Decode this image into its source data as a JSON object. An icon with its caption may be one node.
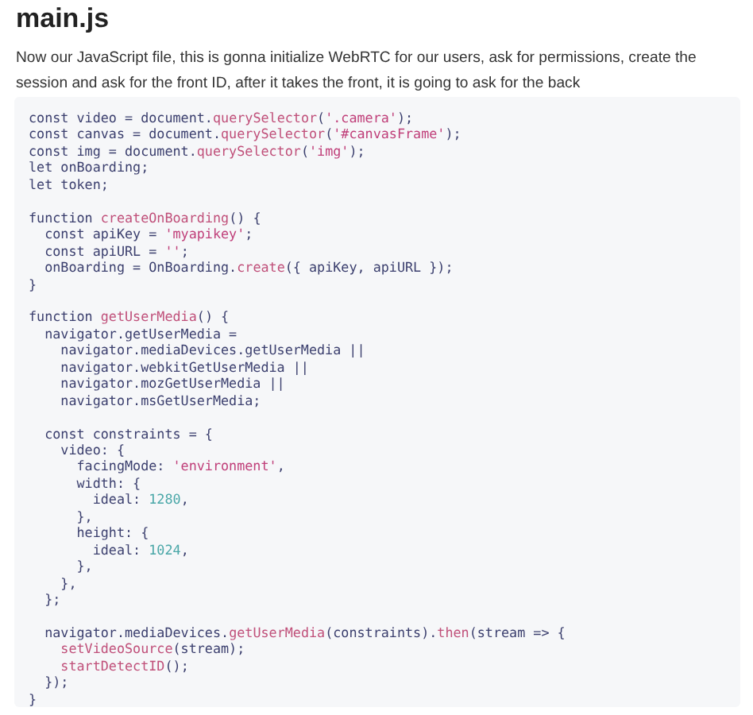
{
  "diagram": {
    "title": "main.js",
    "labels": [
      "Now our JavaScript file, this is gonna initialize WebRTC for our users, ask for permissions, create the session and ask for the front ID, after it takes the front, it is going to ask for the back",
      "const video = document.querySelector('.camera');",
      "const canvas = document.querySelector('#canvasFrame');",
      "const img = document.querySelector('img');",
      "let onBoarding;",
      "let token;",
      "function createOnBoarding() {",
      "  const apiKey = 'myapikey';",
      "  const apiURL = '';",
      "  onBoarding = OnBoarding.create({ apiKey, apiURL });",
      "}",
      "function getUserMedia() {",
      "  navigator.getUserMedia =",
      "    navigator.mediaDevices.getUserMedia ||",
      "    navigator.webkitGetUserMedia ||",
      "    navigator.mozGetUserMedia ||",
      "    navigator.msGetUserMedia;",
      "  const constraints = {",
      "    video: {",
      "      facingMode: 'environment',",
      "      width: {",
      "        ideal: 1280,",
      "      },",
      "      height: {",
      "        ideal: 1024,",
      "      },",
      "    },",
      "  };",
      "  navigator.mediaDevices.getUserMedia(constraints).then(stream => {",
      "    setVideoSource(stream);",
      "    startDetectID();",
      "  });",
      "}"
    ]
  }
}
